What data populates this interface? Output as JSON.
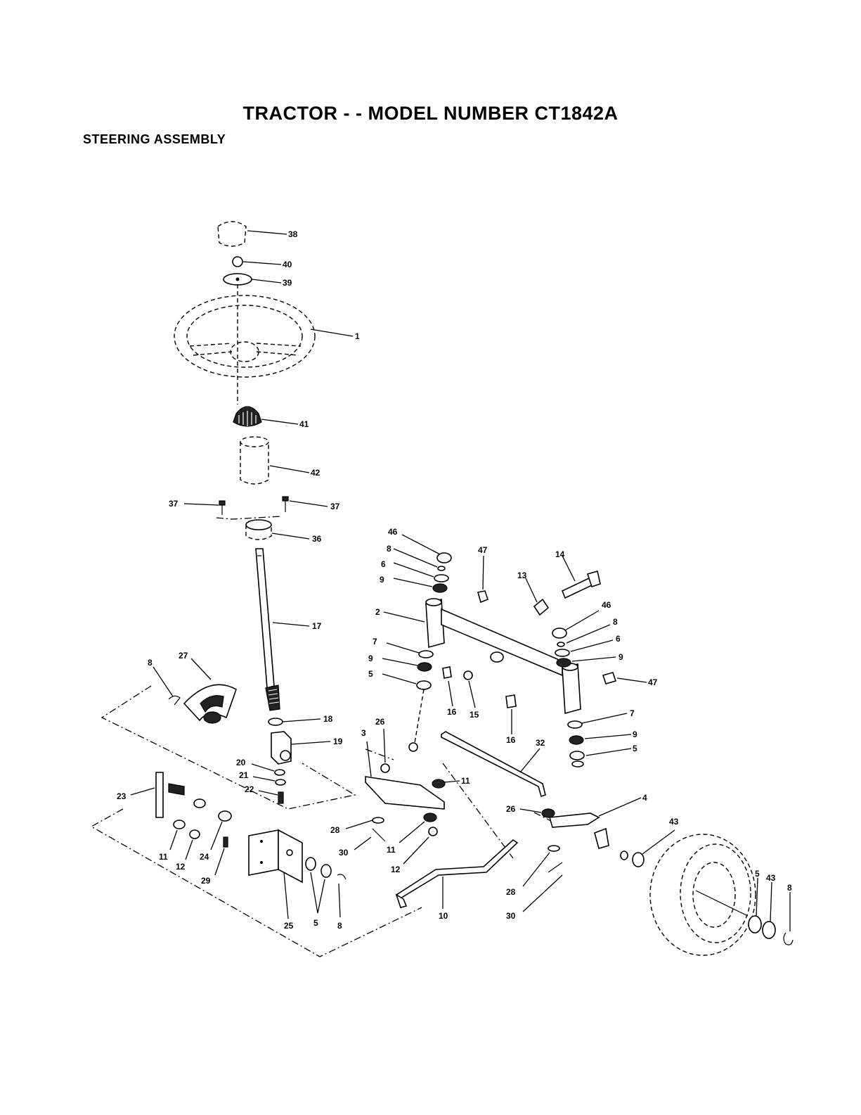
{
  "header": {
    "title": "TRACTOR - - MODEL NUMBER CT1842A",
    "subtitle": "STEERING ASSEMBLY"
  },
  "callouts": {
    "c38": "38",
    "c40": "40",
    "c39": "39",
    "c1": "1",
    "c41": "41",
    "c42": "42",
    "c37a": "37",
    "c37b": "37",
    "c36": "36",
    "c17": "17",
    "c27": "27",
    "c8a": "8",
    "c18": "18",
    "c19": "19",
    "c20": "20",
    "c21": "21",
    "c22": "22",
    "c23": "23",
    "c11a": "11",
    "c12a": "12",
    "c24": "24",
    "c29": "29",
    "c25": "25",
    "c5a": "5",
    "c8b": "8",
    "c46a": "46",
    "c8c": "8",
    "c6a": "6",
    "c9a": "9",
    "c47a": "47",
    "c14": "14",
    "c13": "13",
    "c2": "2",
    "c46b": "46",
    "c8d": "8",
    "c6b": "6",
    "c9b": "9",
    "c7a": "7",
    "c9c": "9",
    "c5b": "5",
    "c16a": "16",
    "c15": "15",
    "c16b": "16",
    "c47b": "47",
    "c7b": "7",
    "c9d": "9",
    "c5c": "5",
    "c3": "3",
    "c26a": "26",
    "c11b": "11",
    "c32": "32",
    "c28a": "28",
    "c30a": "30",
    "c11c": "11",
    "c12b": "12",
    "c10": "10",
    "c26b": "26",
    "c4": "4",
    "c43a": "43",
    "c28b": "28",
    "c30b": "30",
    "c5d": "5",
    "c43b": "43",
    "c8e": "8"
  }
}
